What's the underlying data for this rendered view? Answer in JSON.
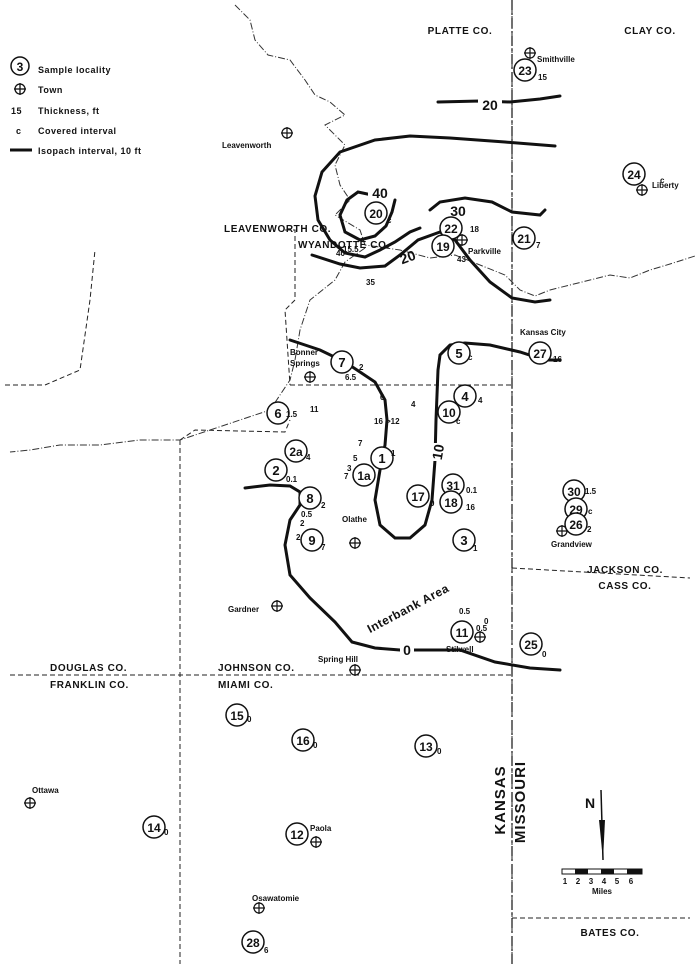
{
  "legend": {
    "sample_symbol": "3",
    "sample_label": "Sample locality",
    "town_label": "Town",
    "thickness_symbol": "15",
    "thickness_label": "Thickness, ft",
    "covered_symbol": "c",
    "covered_label": "Covered interval",
    "isopach_label": "Isopach interval, 10 ft"
  },
  "counties": {
    "platte": "PLATTE CO.",
    "clay": "CLAY CO.",
    "leavenworth": "LEAVENWORTH CO.",
    "wyandotte": "WYANDOTTE CO.",
    "jackson": "JACKSON CO.",
    "cass": "CASS CO.",
    "douglas": "DOUGLAS CO.",
    "johnson": "JOHNSON CO.",
    "franklin": "FRANKLIN CO.",
    "miami": "MIAMI CO.",
    "bates": "BATES CO."
  },
  "states": {
    "kansas": "KANSAS",
    "missouri": "MISSOURI"
  },
  "towns": {
    "smithville": "Smithville",
    "leavenworth": "Leavenworth",
    "liberty": "Liberty",
    "parkville": "Parkville",
    "kansas_city": "Kansas City",
    "bonner_springs_1": "Bonner",
    "bonner_springs_2": "Springs",
    "olathe": "Olathe",
    "gardner": "Gardner",
    "spring_hill": "Spring Hill",
    "stilwell": "Stilwell",
    "grandview": "Grandview",
    "ottawa": "Ottawa",
    "paola": "Paola",
    "osawatomie": "Osawatomie"
  },
  "area_label": "Interbank Area",
  "isopach_values": [
    "40",
    "30",
    "20",
    "20",
    "10",
    "0"
  ],
  "sample_ids": [
    "23",
    "24",
    "20",
    "22",
    "19",
    "21",
    "5",
    "27",
    "7",
    "6",
    "4",
    "10",
    "2a",
    "1",
    "1a",
    "2",
    "31",
    "18",
    "17",
    "8",
    "9",
    "3",
    "30",
    "29",
    "26",
    "11",
    "25",
    "15",
    "16",
    "13",
    "14",
    "12",
    "28"
  ],
  "thickness_values": [
    "15",
    "c",
    "c",
    "18",
    "43",
    "40",
    "15.5",
    "35",
    "7",
    "c",
    "16",
    "6.5",
    "2",
    "1.5",
    "11",
    "6",
    "16",
    ">12",
    "4",
    "4",
    "c",
    "4",
    "7",
    "5",
    "3",
    "7",
    "1",
    "0.1",
    "0.1",
    "16",
    "0",
    "2",
    "2",
    "2",
    "0.5",
    "7",
    "1",
    "1.5",
    "c",
    "2",
    "0.5",
    "0.5",
    "0",
    "0",
    "0",
    "0",
    "0",
    "0",
    "6"
  ],
  "scale": {
    "north": "N",
    "ticks": [
      "1",
      "2",
      "3",
      "4",
      "5",
      "6"
    ],
    "units": "Miles"
  }
}
